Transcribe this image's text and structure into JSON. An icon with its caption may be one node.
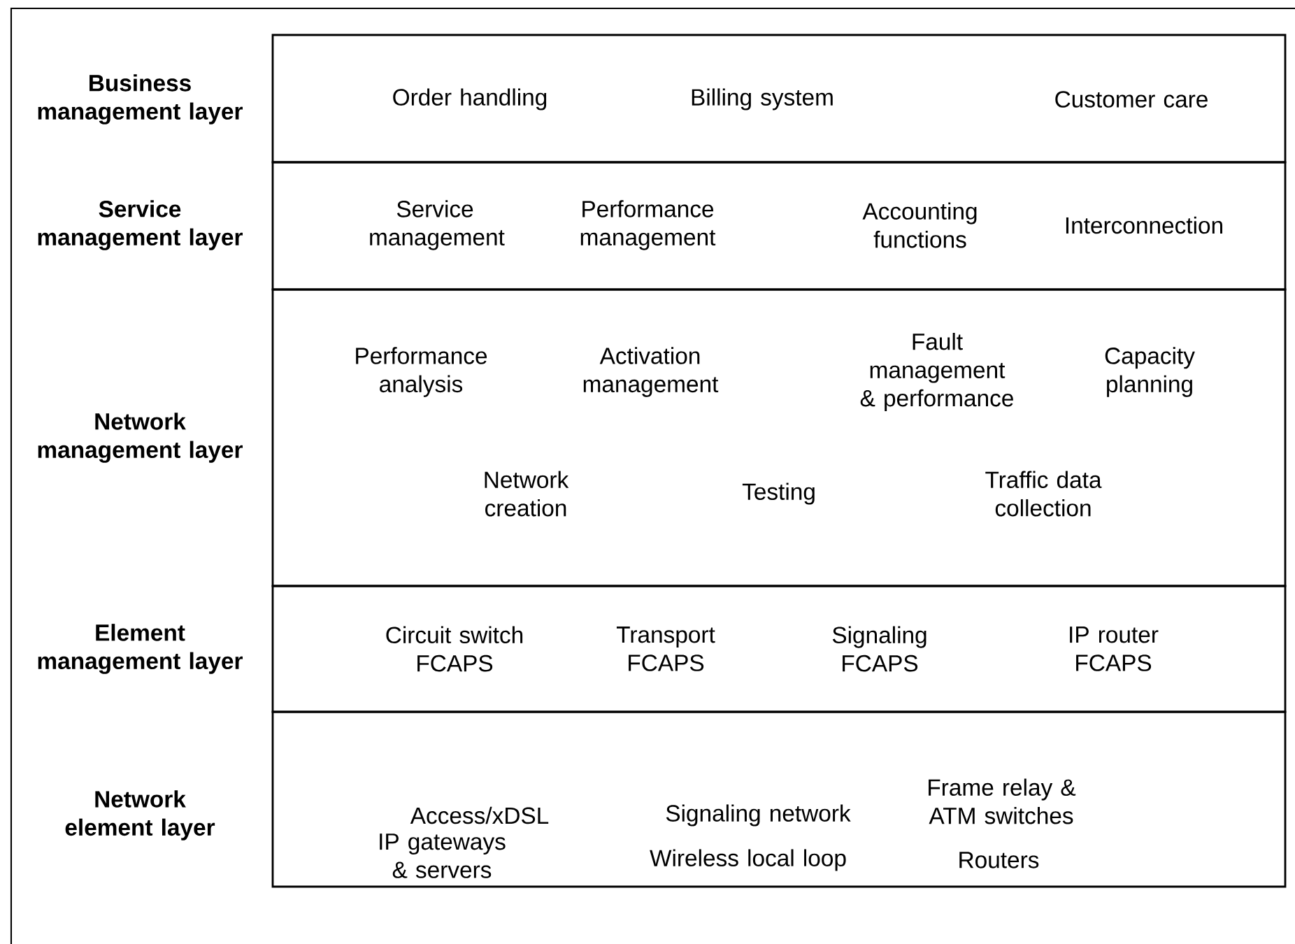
{
  "diagram": {
    "nodes": [
      {
        "text": [
          "Business management layer",
          "Order handling",
          "Billing system",
          "Customer care"
        ]
      },
      {
        "text": [
          "Service management layer",
          "Service management",
          "Performance management",
          "Accounting functions",
          "Interconnection"
        ]
      },
      {
        "text": [
          "Network management layer",
          "Performance analysis",
          "Activation management",
          "Fault management & performance",
          "Capacity planning",
          "Network creation",
          "Testing",
          "Traffic data collection"
        ]
      },
      {
        "text": [
          "Element management layer",
          "Circuit switch FCAPS",
          "Transport FCAPS",
          "Signaling FCAPS",
          "IP router FCAPS"
        ]
      },
      {
        "text": [
          "Network element layer",
          "Access/xDSL",
          "Signaling network",
          "Frame relay & ATM switches",
          "IP gateways & servers",
          "Wireless local loop",
          "Routers"
        ]
      }
    ]
  }
}
